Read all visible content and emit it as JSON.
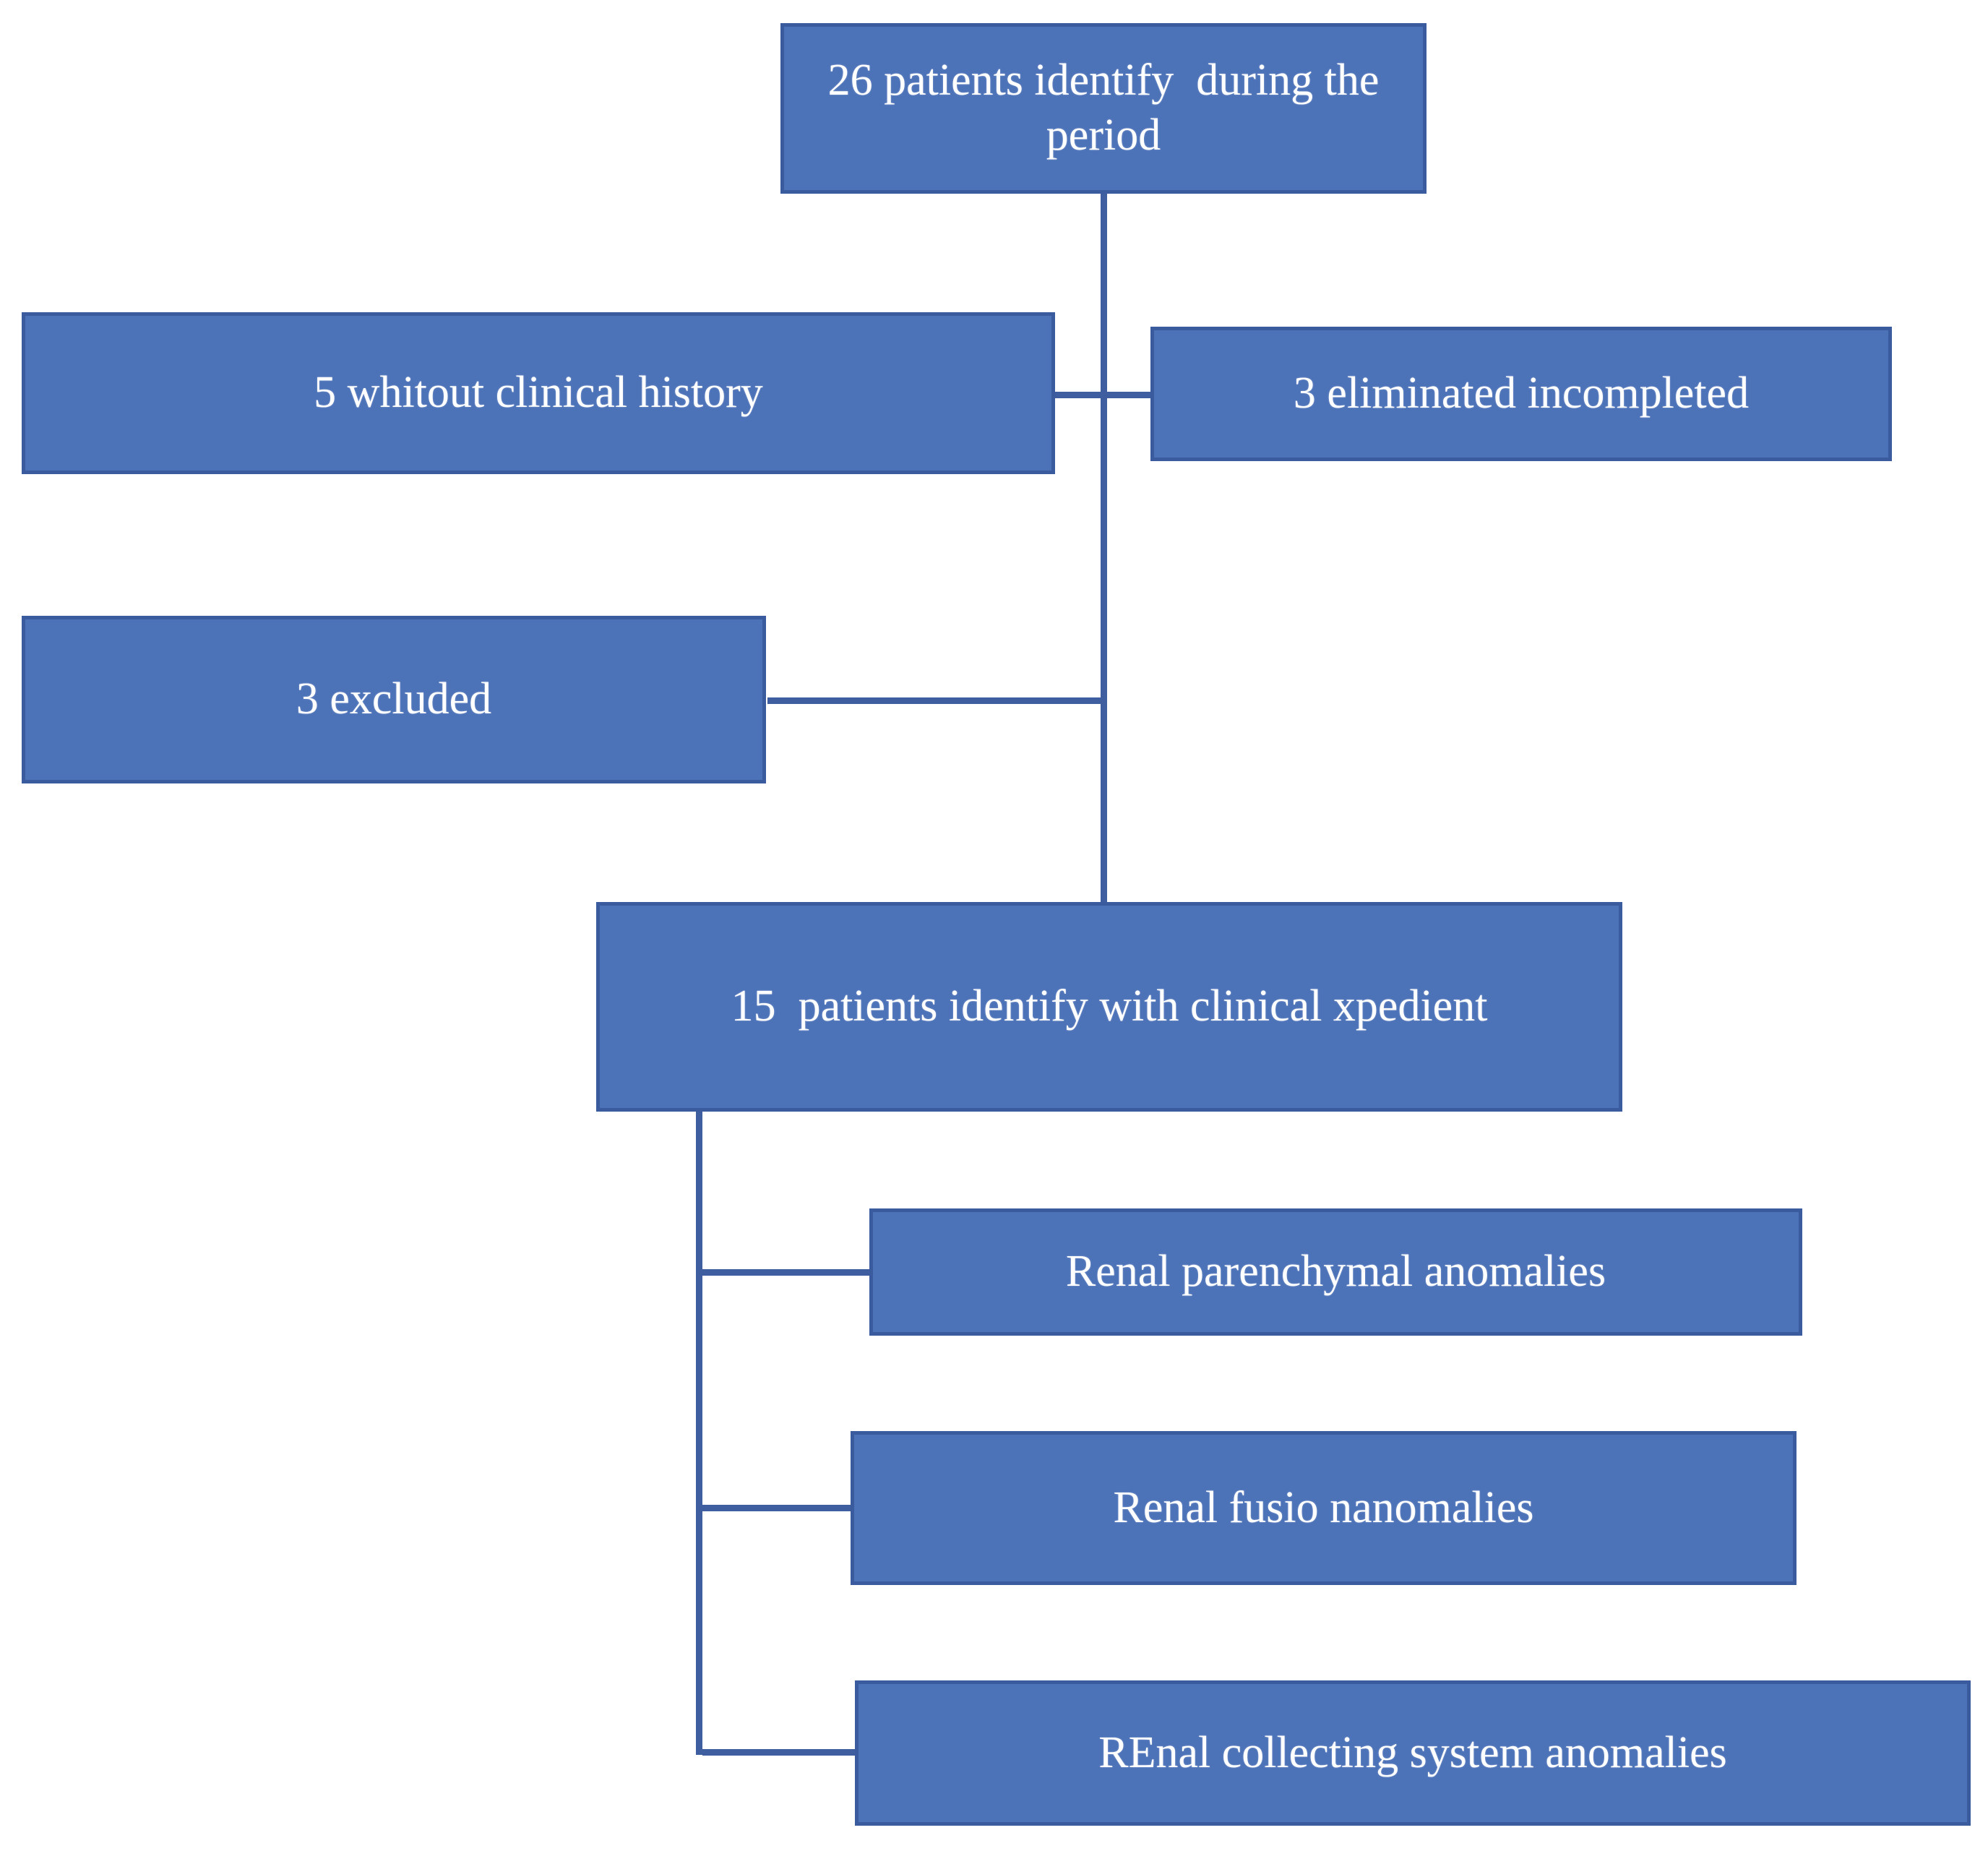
{
  "diagram": {
    "type": "flowchart",
    "nodes": {
      "patients_identified": {
        "label": "26 patients identify  during the period"
      },
      "no_clinical_history": {
        "label": "5 whitout clinical history"
      },
      "eliminated_incomplete": {
        "label": "3 eliminated incompleted"
      },
      "excluded": {
        "label": "3 excluded"
      },
      "with_clinical_record": {
        "label": "15  patients identify with clinical xpedient"
      },
      "renal_parenchymal": {
        "label": "Renal parenchymal anomalies"
      },
      "renal_fusion": {
        "label": "Renal fusio nanomalies"
      },
      "renal_collecting": {
        "label": "REnal collecting system anomalies"
      }
    }
  },
  "colors": {
    "background": "#ffffff",
    "box_fill": "#4c72b8",
    "box_border": "#3a5b9d",
    "connector": "#3e5e9f",
    "text": "#ffffff"
  }
}
